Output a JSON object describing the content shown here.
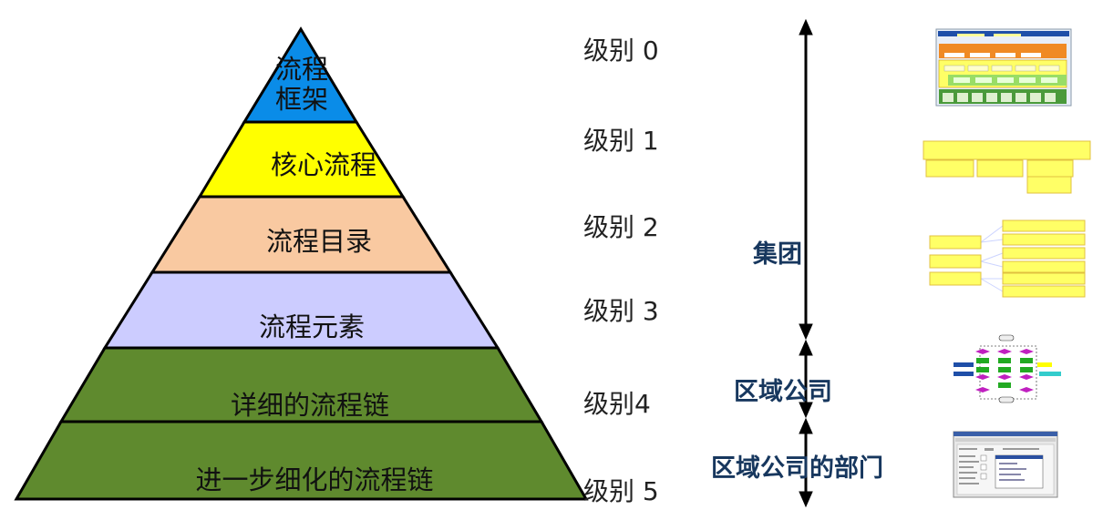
{
  "pyramid": {
    "layers": [
      {
        "label_lines": [
          "流程",
          "框架"
        ],
        "color": "#0a8ce8"
      },
      {
        "label_lines": [
          "核心流程"
        ],
        "color": "#ffff00"
      },
      {
        "label_lines": [
          "流程目录"
        ],
        "color": "#f9c9a1"
      },
      {
        "label_lines": [
          "流程元素"
        ],
        "color": "#ccccff"
      },
      {
        "label_lines": [
          "详细的流程链"
        ],
        "color": "#5f8a2e"
      },
      {
        "label_lines": [
          "进一步细化的流程链"
        ],
        "color": "#5f8a2e"
      }
    ]
  },
  "levels": [
    "级别 0",
    "级别 1",
    "级别 2",
    "级别 3",
    "级别4",
    "级别 5"
  ],
  "org": {
    "group": "集团",
    "regional": "区域公司",
    "department": "区域公司的部门",
    "color": "#17375e"
  }
}
